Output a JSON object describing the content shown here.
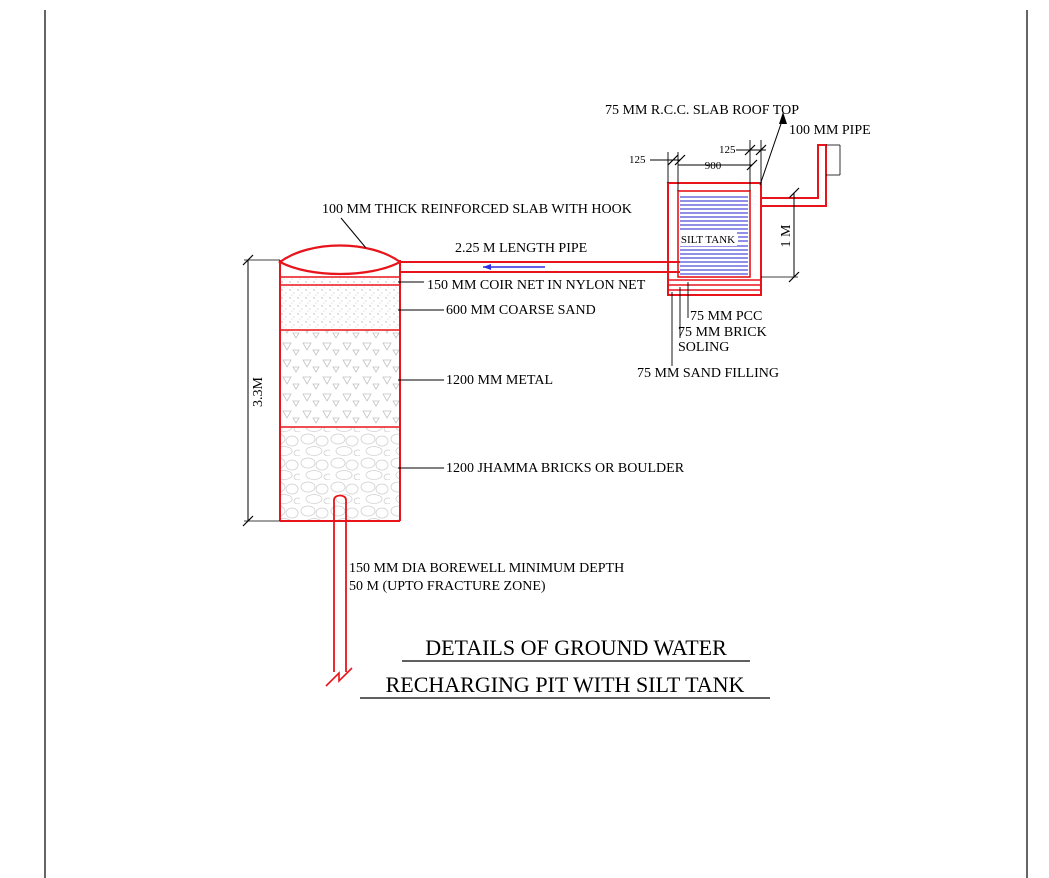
{
  "colors": {
    "structure": "#e8141b",
    "silt_water": "#2222cc",
    "arrow": "#2f2fe0",
    "ink": "#000000",
    "hatch": "#c8c8c8"
  },
  "labels": {
    "roof_slab": "75 MM R.C.C. SLAB ROOF TOP",
    "pipe_100": "100 MM PIPE",
    "dim_125_top": "125",
    "dim_125_left": "125",
    "dim_900": "900",
    "reinforced_slab": "100 MM THICK REINFORCED SLAB WITH HOOK",
    "length_pipe": "2.25 M  LENGTH PIPE",
    "silt_tank": "SILT TANK",
    "dim_1m": "1 M",
    "coir_net": "150 MM COIR NET IN NYLON NET",
    "coarse_sand": "600 MM COARSE SAND",
    "pcc": "75 MM PCC",
    "brick_soling_1": "75 MM BRICK",
    "brick_soling_2": "SOLING",
    "sand_filling": "75 MM SAND FILLING",
    "metal": "1200 MM METAL",
    "boulder": "1200 JHAMMA BRICKS OR BOULDER",
    "dim_3_3m": "3.3M",
    "borewell_1": "150 MM DIA BOREWELL MINIMUM DEPTH",
    "borewell_2": "50 M (UPTO FRACTURE ZONE)"
  },
  "title": {
    "line1": "DETAILS OF GROUND WATER",
    "line2": "RECHARGING PIT WITH SILT TANK"
  }
}
